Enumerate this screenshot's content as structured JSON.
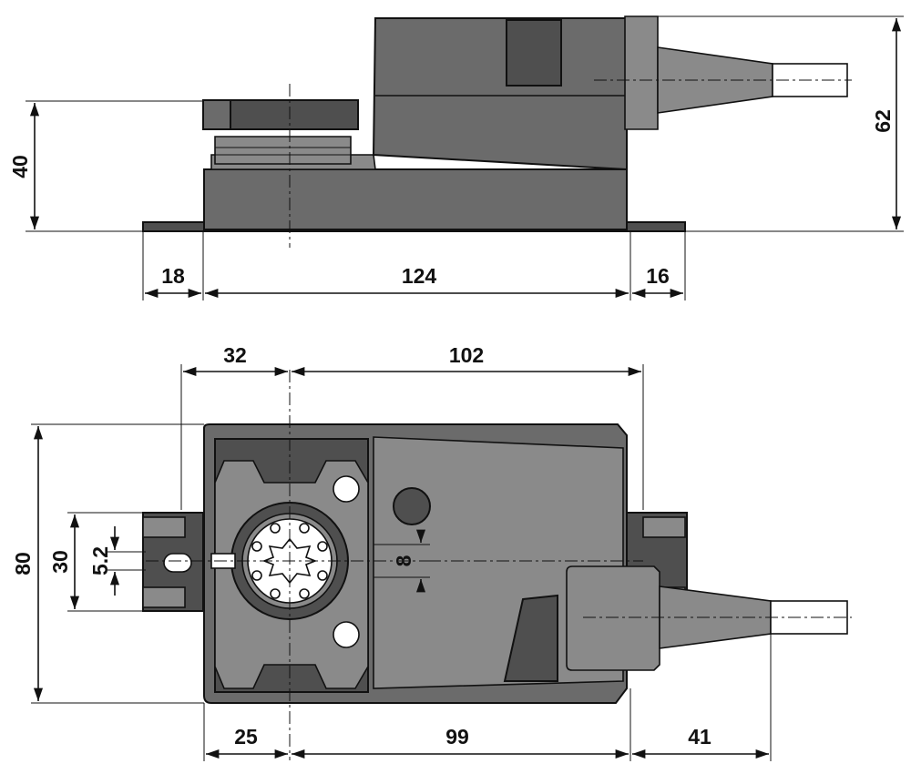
{
  "side_view": {
    "dims": {
      "height_left": "40",
      "height_right": "62",
      "width_left_flange": "18",
      "width_body": "124",
      "width_right_flange": "16"
    }
  },
  "top_view": {
    "dims": {
      "top_left": "32",
      "top_right": "102",
      "height_total": "80",
      "slot_span": "30",
      "slot_width": "5.2",
      "shaft": "8",
      "bottom_left": "25",
      "bottom_mid": "99",
      "bottom_right": "41"
    }
  },
  "colors": {
    "housing": "#6b6b6b",
    "housing_dark": "#4f4f4f",
    "line": "#111111"
  }
}
